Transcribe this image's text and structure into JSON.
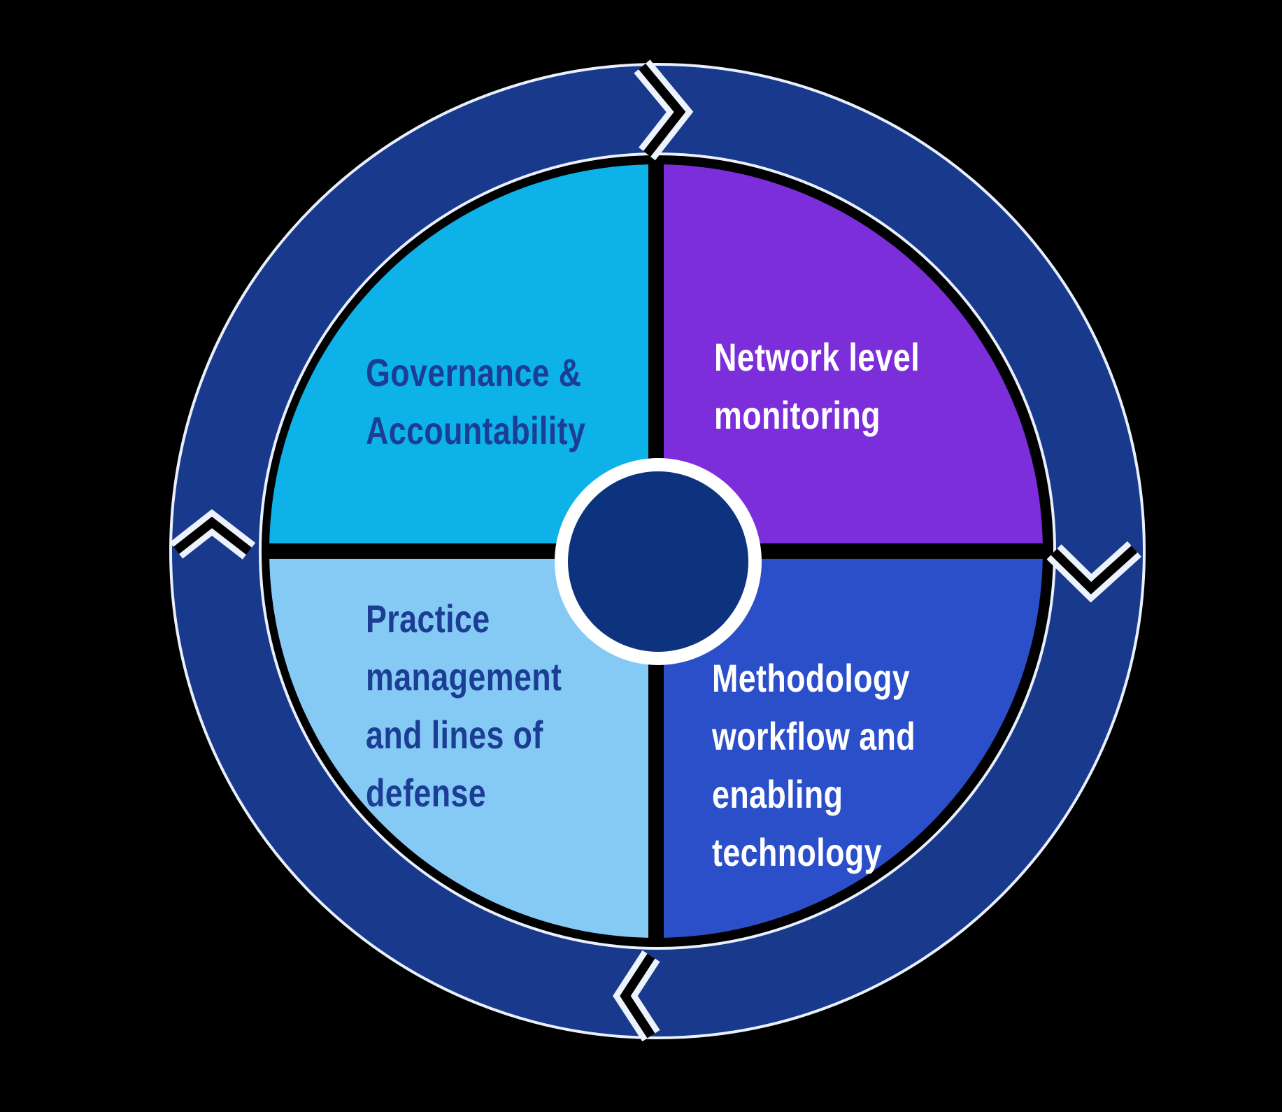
{
  "colors": {
    "background": "#000000",
    "ring": "#19398C",
    "ring_edge": "#E9F0FB",
    "gap_outline": "#EDF3FD",
    "gap_cut": "#000000",
    "hub_border": "#FFFFFF",
    "hub_fill": "#0E337E"
  },
  "diagram": {
    "type": "cycle",
    "direction": "clockwise",
    "quadrants": [
      {
        "id": "governance-accountability",
        "label": "Governance & Accountability",
        "lines": [
          "Governance &",
          "Accountability"
        ],
        "color": "#0DB2E9",
        "text_color": "#1B3E94"
      },
      {
        "id": "network-level-monitoring",
        "label": "Network level monitoring",
        "lines": [
          "Network level",
          "monitoring"
        ],
        "color": "#7B2EDA",
        "text_color": "#FFFFFF"
      },
      {
        "id": "practice-management-lines-of-defense",
        "label": "Practice management and lines of defense",
        "lines": [
          "Practice",
          "management",
          "and lines of",
          "defense"
        ],
        "color": "#85C9F5",
        "text_color": "#1B3E94"
      },
      {
        "id": "methodology-workflow-enabling-technology",
        "label": "Methodology workflow and enabling technology",
        "lines": [
          "Methodology",
          "workflow and",
          "enabling",
          "technology"
        ],
        "color": "#2B4FC9",
        "text_color": "#FFFFFF"
      }
    ]
  }
}
